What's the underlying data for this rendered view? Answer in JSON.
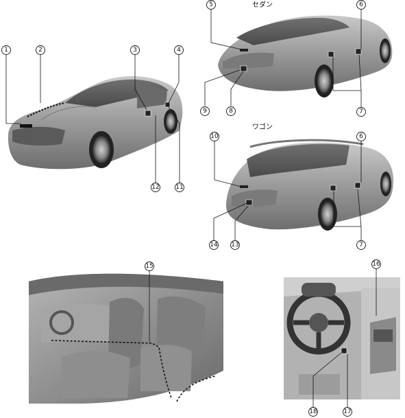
{
  "sections": {
    "sedan": "セダン",
    "wagon": "ワゴン"
  },
  "callouts": {
    "c1": "1",
    "c2": "2",
    "c3": "3",
    "c4": "4",
    "c5": "5",
    "c6a": "6",
    "c7a": "7",
    "c8": "8",
    "c9": "9",
    "c10": "10",
    "c11": "11",
    "c12": "12",
    "c6b": "6",
    "c7b": "7",
    "c13": "13",
    "c14": "14",
    "c15": "15",
    "c16": "16",
    "c17": "17",
    "c18": "18"
  },
  "colors": {
    "car_body": "#9a9a9a",
    "car_dark": "#555555",
    "interior": "#8c8c8c",
    "background": "#ffffff",
    "line": "#111111"
  }
}
